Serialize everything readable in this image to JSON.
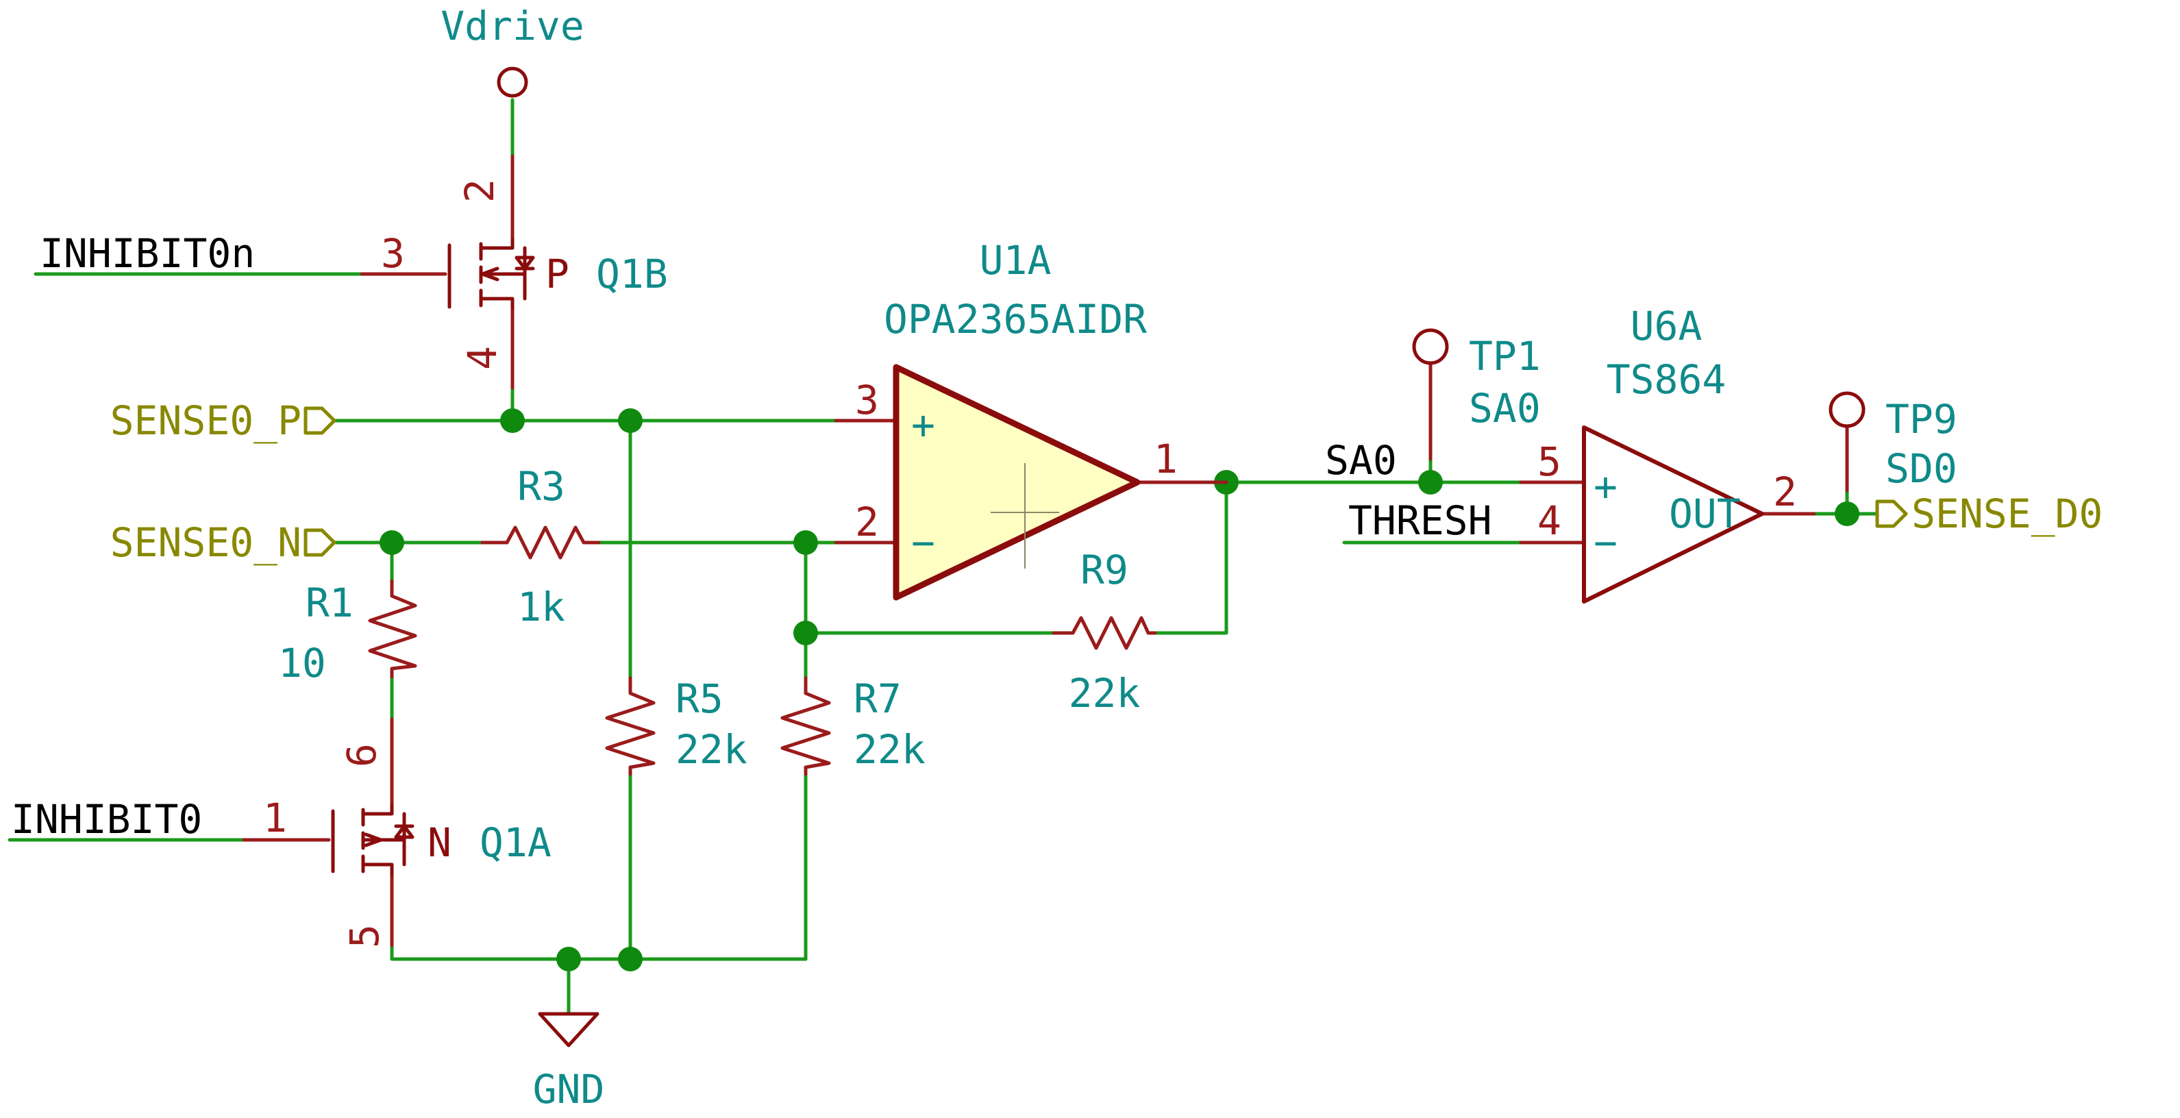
{
  "schematic": {
    "power": {
      "vdrive": "Vdrive",
      "gnd": "GND"
    },
    "nets": {
      "inhibit0n": "INHIBIT0n",
      "inhibit0": "INHIBIT0",
      "sa0": "SA0",
      "thresh": "THRESH"
    },
    "hierarchical_labels": {
      "sense0_p": "SENSE0_P",
      "sense0_n": "SENSE0_N",
      "sense_d0": "SENSE_D0"
    },
    "components": {
      "q1b": {
        "ref": "Q1B",
        "type": "P",
        "pins": {
          "gate": "3",
          "drain": "2",
          "source": "4"
        }
      },
      "q1a": {
        "ref": "Q1A",
        "type": "N",
        "pins": {
          "gate": "1",
          "drain": "6",
          "source": "5"
        }
      },
      "r1": {
        "ref": "R1",
        "value": "10"
      },
      "r3": {
        "ref": "R3",
        "value": "1k"
      },
      "r5": {
        "ref": "R5",
        "value": "22k"
      },
      "r7": {
        "ref": "R7",
        "value": "22k"
      },
      "r9": {
        "ref": "R9",
        "value": "22k"
      },
      "u1a": {
        "ref": "U1A",
        "value": "OPA2365AIDR",
        "pins": {
          "plus": "3",
          "minus": "2",
          "out": "1"
        },
        "plus_sign": "+",
        "minus_sign": "−"
      },
      "u6a": {
        "ref": "U6A",
        "value": "TS864",
        "pins": {
          "plus": "5",
          "minus": "4",
          "out": "2"
        },
        "out_label": "OUT",
        "plus_sign": "+",
        "minus_sign": "−"
      },
      "tp1": {
        "ref": "TP1",
        "value": "SA0"
      },
      "tp9": {
        "ref": "TP9",
        "value": "SD0"
      }
    }
  }
}
